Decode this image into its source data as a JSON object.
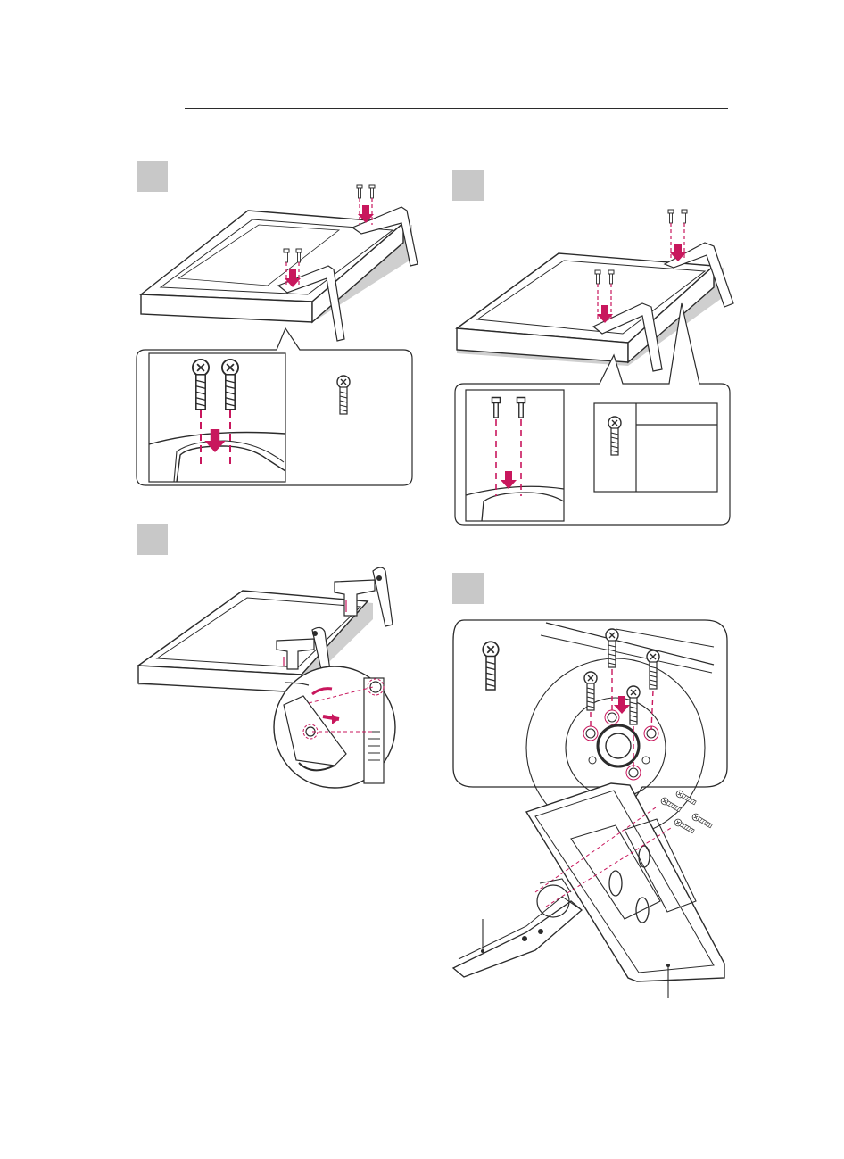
{
  "page": {
    "header_rule": true
  },
  "steps": [
    {
      "id": "step-1",
      "marker_color": "#c8c8c8"
    },
    {
      "id": "step-2",
      "marker_color": "#c8c8c8"
    },
    {
      "id": "step-3",
      "marker_color": "#c8c8c8"
    },
    {
      "id": "step-4",
      "marker_color": "#c8c8c8"
    }
  ],
  "colors": {
    "line": "#2b2b2b",
    "accent": "#c8175d",
    "shadow": "#cfcfcf",
    "marker": "#c8c8c8"
  },
  "icons": [
    "screw-icon",
    "arrow-down-icon",
    "dashed-guide-line",
    "tv-stand-illustration"
  ]
}
